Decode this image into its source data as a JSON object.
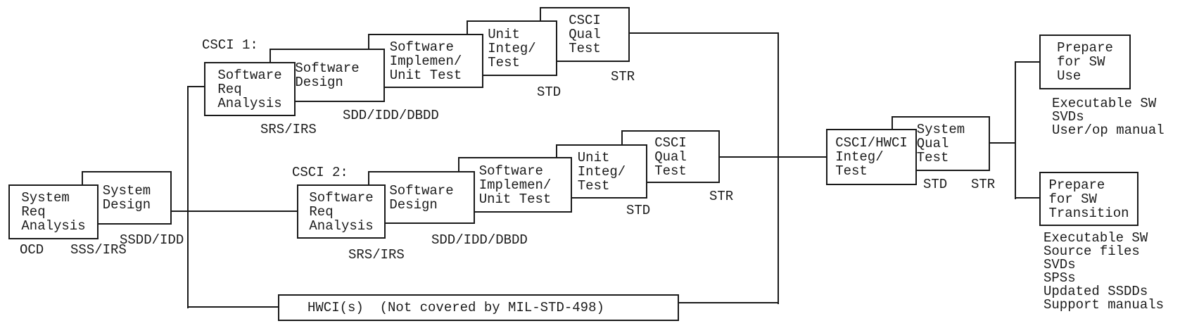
{
  "boxes": {
    "sys_req": "System\nReq\nAnalysis",
    "sys_design": "System\nDesign",
    "csci1_req": "Software\nReq\nAnalysis",
    "csci1_design": "Software\nDesign",
    "csci1_impl": "Software\nImplemen/\nUnit Test",
    "csci1_unit": "Unit\nInteg/\nTest",
    "csci1_qual": "CSCI\nQual\nTest",
    "csci2_req": "Software\nReq\nAnalysis",
    "csci2_design": "Software\nDesign",
    "csci2_impl": "Software\nImplemen/\nUnit Test",
    "csci2_unit": "Unit\nInteg/\nTest",
    "csci2_qual": "CSCI\nQual\nTest",
    "hwci": "HWCI(s)  (Not covered by MIL-STD-498)",
    "csci_hwci": "CSCI/HWCI\nInteg/\nTest",
    "sys_qual": "System\nQual\nTest",
    "prep_use": "Prepare\nfor SW\nUse",
    "prep_trans": "Prepare\nfor SW\nTransition"
  },
  "labels": {
    "csci1": "CSCI 1:",
    "csci2": "CSCI 2:",
    "ocd": "OCD",
    "sss_irs": "SSS/IRS",
    "ssdd_idd": "SSDD/IDD",
    "srs_irs_1": "SRS/IRS",
    "sdd_1": "SDD/IDD/DBDD",
    "std_1": "STD",
    "str_1": "STR",
    "srs_irs_2": "SRS/IRS",
    "sdd_2": "SDD/IDD/DBDD",
    "std_2": "STD",
    "str_2": "STR",
    "std_sys": "STD",
    "str_sys": "STR"
  },
  "lists": {
    "use": [
      "Executable SW",
      "SVDs",
      "User/op manual"
    ],
    "transition": [
      "Executable SW",
      "Source files",
      "SVDs",
      "SPSs",
      "Updated SSDDs",
      "Support manuals"
    ]
  },
  "colors": {
    "line": "#1a1a1a",
    "background": "#ffffff",
    "text": "#1c1c1c"
  }
}
